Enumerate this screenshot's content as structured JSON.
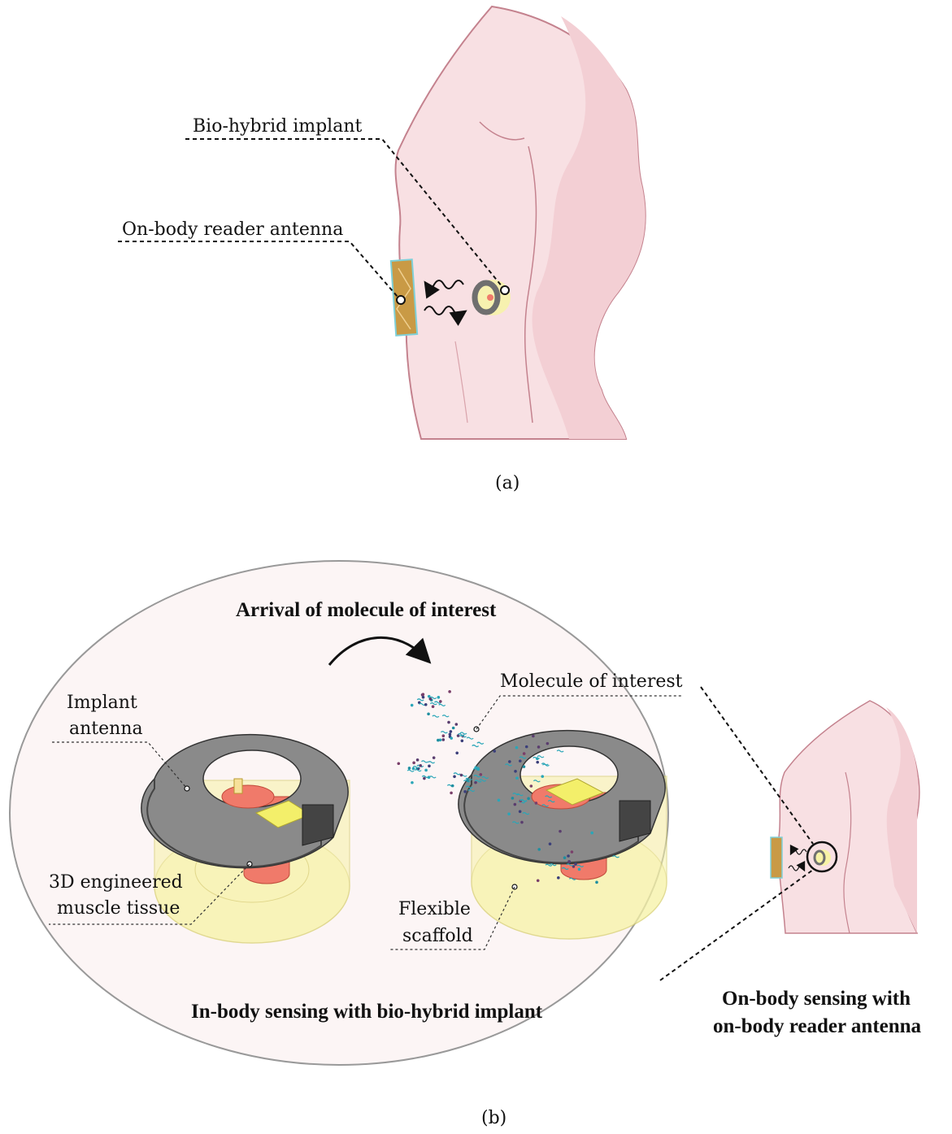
{
  "panel_a": {
    "label_implant": "Bio-hybrid implant",
    "label_reader": "On-body reader antenna",
    "caption": "(a)"
  },
  "panel_b": {
    "title_arrival": "Arrival of molecule of interest",
    "label_implant_antenna_1": "Implant",
    "label_implant_antenna_2": "antenna",
    "label_muscle_1": "3D engineered",
    "label_muscle_2": "muscle tissue",
    "label_molecule": "Molecule of interest",
    "label_scaffold_1": "Flexible",
    "label_scaffold_2": "scaffold",
    "title_in_body": "In-body sensing with bio-hybrid implant",
    "title_on_body_1": "On-body sensing with",
    "title_on_body_2": "on-body reader antenna",
    "caption": "(b)"
  },
  "colors": {
    "skin": "#f8e0e3",
    "skin_outline": "#c4828e",
    "antenna_gray": "#8a8a8a",
    "scaffold_yellow": "#f7f3a6",
    "muscle_red": "#f07a6a",
    "patch_gold": "#c99a45",
    "ellipse_fill": "#fcf5f5"
  }
}
